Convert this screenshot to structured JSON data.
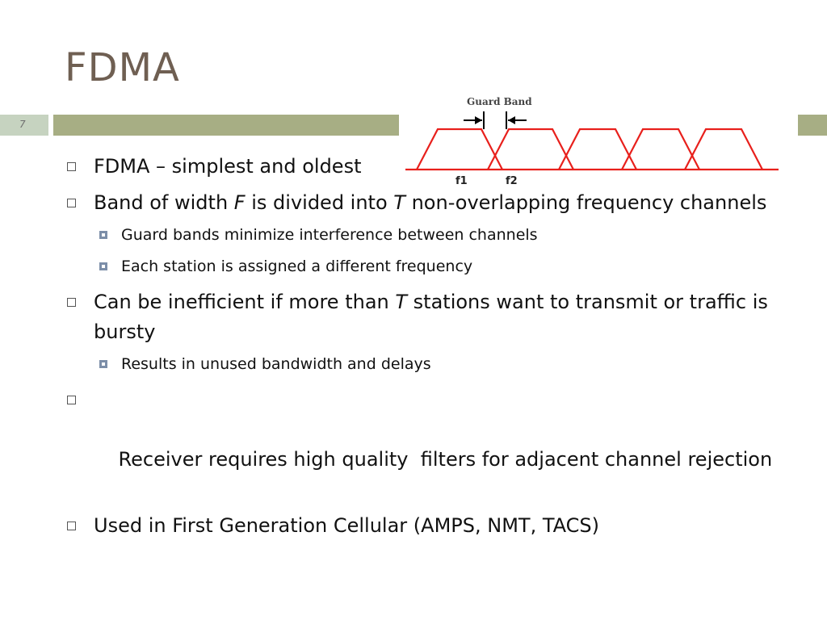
{
  "slide": {
    "title": "FDMA",
    "number": "7"
  },
  "diagram": {
    "caption": "Guard Band",
    "labels": [
      "f1",
      "f2"
    ],
    "line_color": "#e8201c"
  },
  "bullets": [
    {
      "pre": "FDMA – simplest and oldest",
      "em1": "",
      "mid": "",
      "em2": "",
      "post": ""
    },
    {
      "pre": "Band of width ",
      "em1": "F",
      "mid": " is divided into ",
      "em2": "T",
      "post": " non-overlapping frequency channels"
    },
    {
      "pre": "Can be inefficient if more than ",
      "em1": "T",
      "mid": " stations want to transmit or traffic is bursty",
      "em2": "",
      "post": ""
    },
    {
      "pre": "Receiver requires high quality  filters for adjacent channel rejection",
      "em1": "",
      "mid": "",
      "em2": "",
      "post": ""
    },
    {
      "pre": "Used in First Generation Cellular (AMPS, NMT, TACS)",
      "em1": "",
      "mid": "",
      "em2": "",
      "post": ""
    }
  ],
  "subbullets": [
    "Guard bands minimize interference between channels",
    "Each station is assigned a different frequency",
    "Results in unused bandwidth and delays"
  ],
  "colors": {
    "title": "#6f5f52",
    "accent_bar": "#a7ae84",
    "number_box": "#c6d3c0",
    "sub_bullet": "#7c8ea8"
  }
}
